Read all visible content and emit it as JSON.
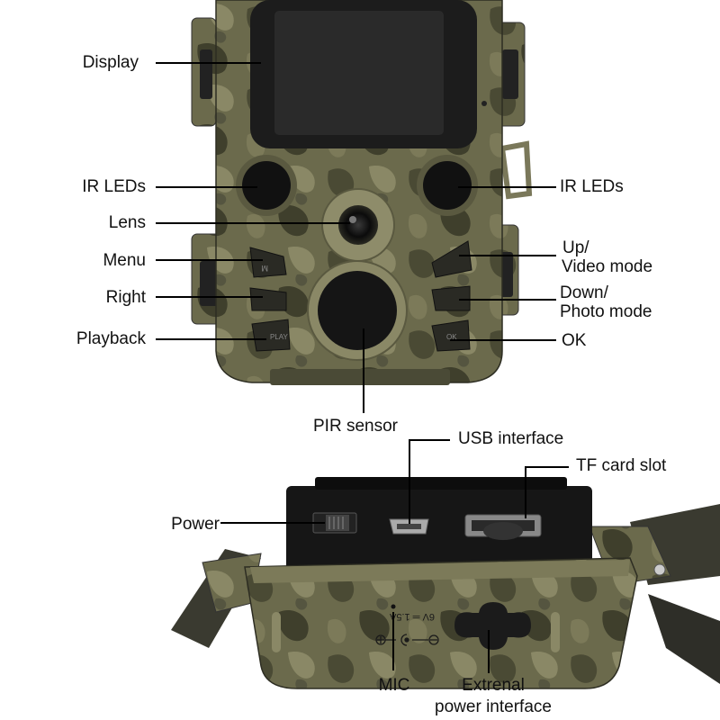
{
  "labels": {
    "display": "Display",
    "ir_leds_left": "IR LEDs",
    "ir_leds_right": "IR LEDs",
    "lens": "Lens",
    "menu": "Menu",
    "right": "Right",
    "playback": "Playback",
    "up_line1": "Up/",
    "up_line2": "Video mode",
    "down_line1": "Down/",
    "down_line2": "Photo mode",
    "ok": "OK",
    "pir_sensor": "PIR sensor",
    "usb_interface": "USB interface",
    "tf_card_slot": "TF card slot",
    "power": "Power",
    "mic": "MIC",
    "external_line1": "Extrenal",
    "external_line2": "power interface"
  },
  "device_markings": {
    "button_menu": "M",
    "button_playback": "PLAY",
    "button_ok": "OK",
    "power_rating": "6V ═ 1.5A"
  },
  "colors": {
    "camo_base": "#6b6a4c",
    "camo_dark": "#3f3f2c",
    "camo_light": "#8d8b68",
    "screen": "#1c1c1c",
    "panel": "#161616",
    "leader_line": "#000000"
  }
}
